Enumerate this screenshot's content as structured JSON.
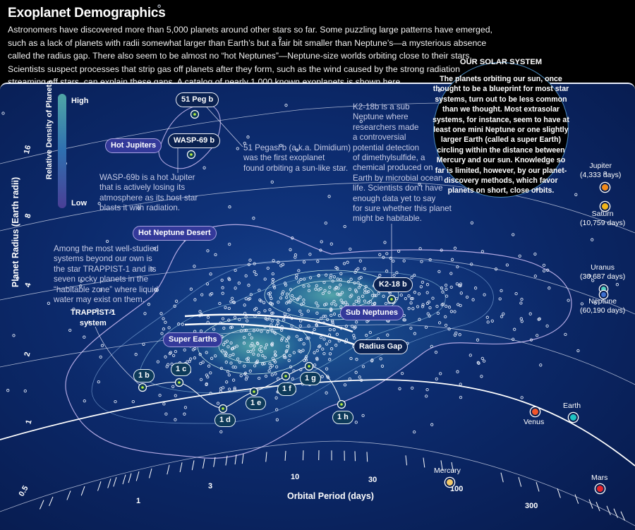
{
  "header": {
    "title": "Exoplanet Demographics",
    "intro": "Astronomers have discovered more than 5,000 planets around other stars so far. Some puzzling large patterns have emerged, such as a lack of planets with radii somewhat larger than Earth’s but a fair bit smaller than Neptune’s—a mysterious absence called the radius gap. There also seem to be almost no “hot Neptunes”—Neptune-size worlds orbiting close to their stars. Scientists suspect processes that strip gas off planets after they form, such as the wind caused by the strong radiation streaming off stars, can explain these gaps. A catalog of nearly 1,000 known exoplanets is shown here."
  },
  "solar_box": {
    "title": "OUR SOLAR SYSTEM",
    "text": "The planets orbiting our sun, once thought to be a blueprint for most star systems, turn out to be less common than we thought. Most extrasolar systems, for instance, seem to have at least one mini Neptune or one slightly larger Earth (called a super Earth) circling within the distance between Mercury and our sun. Knowledge so far is limited, however, by our planet-discovery methods, which favor planets on short, close orbits."
  },
  "legend": {
    "title": "Relative Density of Planets",
    "high": "High",
    "low": "Low",
    "colors": [
      "#4fa6a6",
      "#2f6fb0",
      "#4a3f96"
    ]
  },
  "annotations": {
    "peg": "51 Pegasi b (a.k.a. Dimidium)\nwas the first exoplanet\nfound orbiting a sun-like star.",
    "wasp": "WASP-69b is a hot Jupiter\nthat is actively losing its\natmosphere as its host star\nblasts it with radiation.",
    "k2": "K2-18b is a sub\nNeptune where\nresearchers made\na controversial\npotential detection\nof dimethylsulfide, a\nchemical produced on\nEarth by microbial ocean\nlife. Scientists don’t have\nenough data yet to say\nfor sure whether this planet\nmight be habitable.",
    "trappist": "Among the most well-studied\nsystems beyond our own is\nthe star TRAPPIST-1 and its\nseven rocky planets in the\n“habitable zone” where liquid\nwater may exist on them.",
    "trappist_label": "TRAPPIST-1\nsystem"
  },
  "regions": {
    "hot_jupiters": "Hot Jupiters",
    "hot_neptune_desert": "Hot Neptune Desert",
    "sub_neptunes": "Sub Neptunes",
    "super_earths": "Super Earths",
    "radius_gap": "Radius Gap"
  },
  "chart_data": {
    "type": "scatter",
    "xlabel": "Orbital Period (days)",
    "ylabel": "Planet Radius (Earth radii)",
    "x_scale": "log",
    "y_scale": "log",
    "x_ticks": [
      "1",
      "3",
      "10",
      "30",
      "100",
      "300"
    ],
    "y_ticks": [
      "0.5",
      "1",
      "2",
      "4",
      "8",
      "16"
    ],
    "density_contours": true,
    "point_color": "#dfe6f5",
    "labeled_exoplanets": [
      {
        "name": "51 Peg b",
        "period": 4.2,
        "radius": 19
      },
      {
        "name": "WASP-69 b",
        "period": 3.9,
        "radius": 12
      },
      {
        "name": "K2-18 b",
        "period": 33,
        "radius": 2.6
      },
      {
        "name": "1 b",
        "period": 1.5,
        "radius": 1.1
      },
      {
        "name": "1 c",
        "period": 2.4,
        "radius": 1.1
      },
      {
        "name": "1 d",
        "period": 4.0,
        "radius": 0.8
      },
      {
        "name": "1 e",
        "period": 6.1,
        "radius": 0.9
      },
      {
        "name": "1 f",
        "period": 9.2,
        "radius": 1.0
      },
      {
        "name": "1 g",
        "period": 12.4,
        "radius": 1.1
      },
      {
        "name": "1 h",
        "period": 18.8,
        "radius": 0.8
      }
    ],
    "solar_system": [
      {
        "name": "Mercury",
        "label": "Mercury",
        "color": "#f3c96a"
      },
      {
        "name": "Venus",
        "label": "Venus",
        "color": "#f2552a"
      },
      {
        "name": "Earth",
        "label": "Earth",
        "color": "#1fc3c3"
      },
      {
        "name": "Mars",
        "label": "Mars",
        "color": "#e4232b"
      },
      {
        "name": "Jupiter",
        "label": "Jupiter",
        "sub": "(4,333 days)",
        "color": "#f28a1a"
      },
      {
        "name": "Saturn",
        "label": "Saturn",
        "sub": "(10,759 days)",
        "color": "#f2b51a"
      },
      {
        "name": "Uranus",
        "label": "Uranus",
        "sub": "(30,687 days)",
        "color": "#4fd0c0"
      },
      {
        "name": "Neptune",
        "label": "Neptune",
        "sub": "(60,190 days)",
        "color": "#3d6fd0"
      }
    ]
  }
}
